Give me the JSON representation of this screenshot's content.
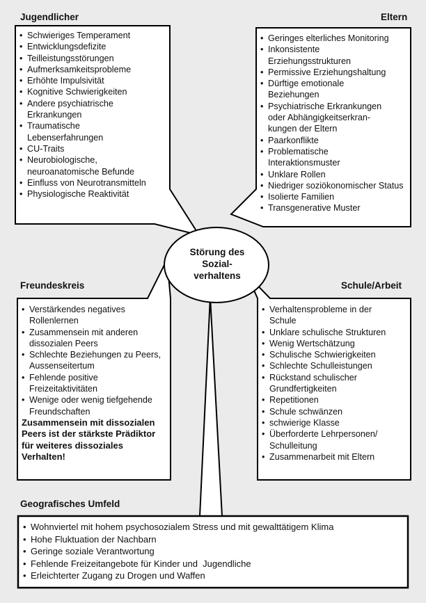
{
  "center": {
    "line1": "Störung des",
    "line2": "Sozial-",
    "line3": "verhaltens"
  },
  "jugendlicher": {
    "title": "Jugendlicher",
    "items": [
      "Schwieriges Temperament",
      "Entwicklungsdefizite",
      "Teilleistungsstörungen",
      "Aufmerksamkeitsprobleme",
      "Erhöhte Impulsivität",
      "Kognitive Schwierigkeiten",
      "Andere psychiatrische Erkrankungen",
      "Traumatische Lebenserfahrungen",
      "CU-Traits",
      "Neurobiologische, neuroanatomische Befunde",
      "Einfluss von Neurotransmitteln",
      "Physiologische Reaktivität"
    ]
  },
  "eltern": {
    "title": "Eltern",
    "items": [
      "Geringes elterliches Monitoring",
      "Inkonsistente Erziehungsstrukturen",
      "Permissive Erziehungshaltung",
      "Dürftige emotionale Beziehungen",
      "Psychiatrische Erkrankungen oder Abhängigkeitserkran- kungen der Eltern",
      "Paarkonflikte",
      "Problematische Interaktionsmuster",
      "Unklare Rollen",
      "Niedriger soziökonomischer Status",
      "Isolierte Familien",
      "Transgenerative Muster"
    ]
  },
  "freundeskreis": {
    "title": "Freundeskreis",
    "items": [
      "Verstärkendes negatives Rollenlernen",
      "Zusammensein mit anderen dissozialen Peers",
      "Schlechte Beziehungen zu Peers, Aussenseitertum",
      "Fehlende positive Freizeitaktivitäten",
      "Wenige oder wenig tiefgehende Freundschaften"
    ],
    "note": "Zusammensein mit dissozialen Peers ist der stärkste Prädiktor für weiteres dissoziales Verhalten!"
  },
  "schule": {
    "title": "Schule/Arbeit",
    "items": [
      "Verhaltensprobleme in der Schule",
      "Unklare schulische Strukturen",
      "Wenig Wertschätzung",
      "Schulische Schwierigkeiten",
      "Schlechte Schulleistungen",
      "Rückstand schulischer Grundfertigkeiten",
      "Repetitionen",
      "Schule schwänzen",
      "schwierige Klasse",
      "Überforderte Lehrpersonen/ Schulleitung",
      "Zusammenarbeit mit Eltern"
    ]
  },
  "umfeld": {
    "title": "Geografisches Umfeld",
    "items": [
      "Wohnviertel mit hohem psychosozialem Stress und mit gewalttätigem Klima",
      "Hohe Fluktuation der Nachbarn",
      "Geringe soziale Verantwortung",
      "Fehlende Freizeitangebote für Kinder und  Jugendliche",
      "Erleichterter Zugang zu Drogen und Waffen"
    ]
  }
}
